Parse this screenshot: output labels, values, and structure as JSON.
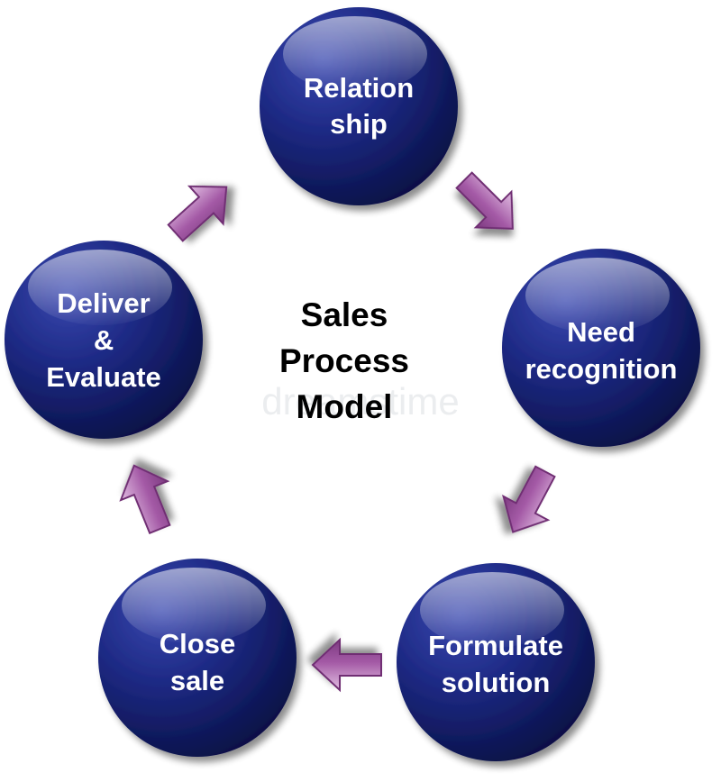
{
  "title": [
    "Sales",
    "Process",
    "Model"
  ],
  "watermark": "dreamstime",
  "colors": {
    "node_light": "#3a48b0",
    "node_dark": "#081046",
    "arrow_fill": "#a45aa6",
    "arrow_light": "#e2bfe3",
    "arrow_stroke": "#6f2f73",
    "title": "#000000"
  },
  "nodes": [
    {
      "id": "relationship",
      "lines": [
        "Relation",
        "ship"
      ]
    },
    {
      "id": "need-recognition",
      "lines": [
        "Need",
        "recognition"
      ]
    },
    {
      "id": "formulate-solution",
      "lines": [
        "Formulate",
        "solution"
      ]
    },
    {
      "id": "close-sale",
      "lines": [
        "Close",
        "sale"
      ]
    },
    {
      "id": "deliver-evaluate",
      "lines": [
        "Deliver",
        "&",
        "Evaluate"
      ]
    }
  ],
  "arrows": [
    {
      "from": "relationship",
      "to": "need-recognition"
    },
    {
      "from": "need-recognition",
      "to": "formulate-solution"
    },
    {
      "from": "formulate-solution",
      "to": "close-sale"
    },
    {
      "from": "close-sale",
      "to": "deliver-evaluate"
    },
    {
      "from": "deliver-evaluate",
      "to": "relationship"
    }
  ]
}
